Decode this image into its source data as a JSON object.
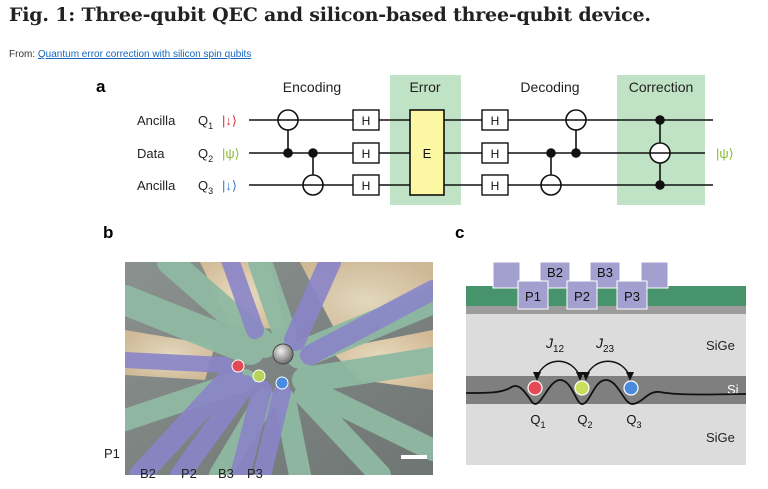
{
  "figure": {
    "title": "Fig. 1: Three-qubit QEC and silicon-based three-qubit device.",
    "from_label": "From:",
    "from_link": "Quantum error correction with silicon spin qubits"
  },
  "panel_a": {
    "label": "a",
    "stages": {
      "encoding": "Encoding",
      "error": "Error",
      "decoding": "Decoding",
      "correction": "Correction"
    },
    "rows": [
      {
        "role": "Ancilla",
        "qubit": "Q",
        "sub": "1",
        "state": "|↓⟩",
        "color": "#d2323c"
      },
      {
        "role": "Data",
        "qubit": "Q",
        "sub": "2",
        "state": "|ψ⟩",
        "color": "#8ab832"
      },
      {
        "role": "Ancilla",
        "qubit": "Q",
        "sub": "3",
        "state": "|↓⟩",
        "color": "#3c78c8"
      }
    ],
    "hadamard": "H",
    "error_gate": "E",
    "output_state": "|ψ⟩",
    "output_color": "#8ab832",
    "box_fill": "#bfe3c4",
    "error_fill": "#fcf7a3"
  },
  "panel_b": {
    "label": "b",
    "gate_labels": [
      "P1",
      "B2",
      "P2",
      "B3",
      "P3"
    ],
    "dot_colors": [
      "#e44a55",
      "#b6d35a",
      "#4a8be0"
    ]
  },
  "panel_c": {
    "label": "c",
    "gate_top": [
      "B2",
      "B3"
    ],
    "gate_bottom": [
      "P1",
      "P2",
      "P3"
    ],
    "layer_sige_top": "SiGe",
    "layer_si": "Si",
    "layer_sige_bottom": "SiGe",
    "couplings": [
      {
        "j": "J",
        "sub": "12"
      },
      {
        "j": "J",
        "sub": "23"
      }
    ],
    "qubits": [
      {
        "q": "Q",
        "sub": "1"
      },
      {
        "q": "Q",
        "sub": "2"
      },
      {
        "q": "Q",
        "sub": "3"
      }
    ],
    "qubit_colors": [
      "#e44a55",
      "#c7df5a",
      "#4a8be0"
    ],
    "gate_color": "#a3a0cf",
    "oxide_color": "#47936b"
  }
}
